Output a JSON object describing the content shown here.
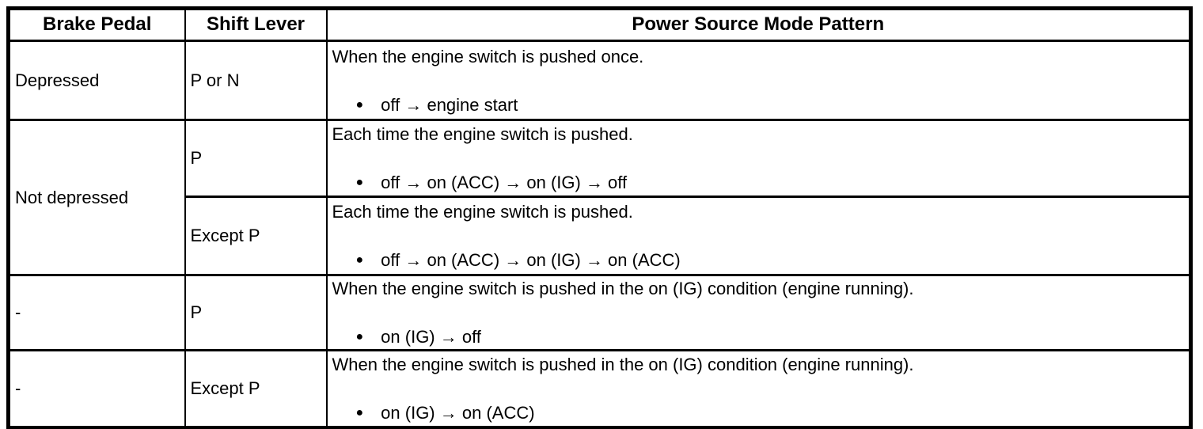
{
  "table": {
    "headers": [
      "Brake Pedal",
      "Shift Lever",
      "Power Source Mode Pattern"
    ],
    "bullet_glyph": "●",
    "rows": [
      {
        "brake_pedal": "Depressed",
        "shift_lever": "P or N",
        "pattern_description": "When the engine switch is pushed once.",
        "pattern_sequence": "off → engine start"
      },
      {
        "brake_pedal": "Not depressed",
        "shift_lever": "P",
        "pattern_description": "Each time the engine switch is pushed.",
        "pattern_sequence": "off → on (ACC) → on (IG) → off"
      },
      {
        "shift_lever": "Except P",
        "pattern_description": "Each time the engine switch is pushed.",
        "pattern_sequence": "off → on (ACC) → on (IG) → on (ACC)"
      },
      {
        "brake_pedal": "-",
        "shift_lever": "P",
        "pattern_description": "When the engine switch is pushed in the on (IG) condition (engine running).",
        "pattern_sequence": "on (IG) → off"
      },
      {
        "brake_pedal": "-",
        "shift_lever": "Except P",
        "pattern_description": "When the engine switch is pushed in the on (IG) condition (engine running).",
        "pattern_sequence": "on (IG) → on (ACC)"
      }
    ]
  },
  "colors": {
    "border": "#000000",
    "text": "#000000",
    "background": "#ffffff"
  }
}
